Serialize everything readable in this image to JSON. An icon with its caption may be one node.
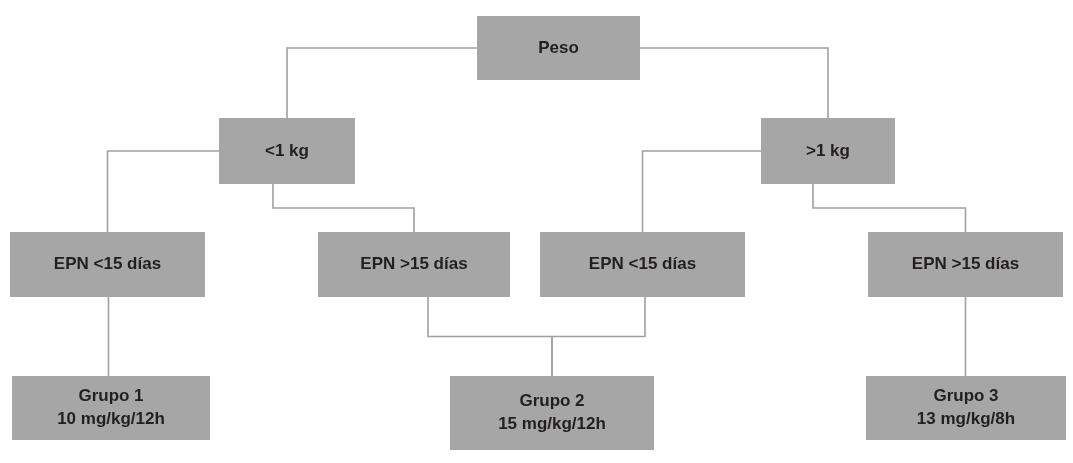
{
  "diagram": {
    "nodes": [
      {
        "text": [
          "Peso"
        ]
      },
      {
        "text": [
          "<1 kg"
        ]
      },
      {
        "text": [
          ">1 kg"
        ]
      },
      {
        "text": [
          "EPN <15 días"
        ]
      },
      {
        "text": [
          "EPN >15 días"
        ]
      },
      {
        "text": [
          "EPN <15 días"
        ]
      },
      {
        "text": [
          "EPN >15 días"
        ]
      },
      {
        "text": [
          "Grupo 1",
          "10 mg/kg/12h"
        ]
      },
      {
        "text": [
          "Grupo 2",
          "15 mg/kg/12h"
        ]
      },
      {
        "text": [
          "Grupo 3",
          "13 mg/kg/8h"
        ]
      }
    ],
    "edges": [
      {
        "from": 0,
        "to": 1,
        "arrow": "none"
      },
      {
        "from": 0,
        "to": 2,
        "arrow": "none"
      },
      {
        "from": 1,
        "to": 3,
        "arrow": "none"
      },
      {
        "from": 1,
        "to": 4,
        "arrow": "none"
      },
      {
        "from": 2,
        "to": 5,
        "arrow": "none"
      },
      {
        "from": 2,
        "to": 6,
        "arrow": "none"
      },
      {
        "from": 3,
        "to": 7,
        "arrow": "none"
      },
      {
        "from": 4,
        "to": 8,
        "arrow": "none"
      },
      {
        "from": 5,
        "to": 8,
        "arrow": "none"
      },
      {
        "from": 6,
        "to": 9,
        "arrow": "none"
      }
    ]
  }
}
